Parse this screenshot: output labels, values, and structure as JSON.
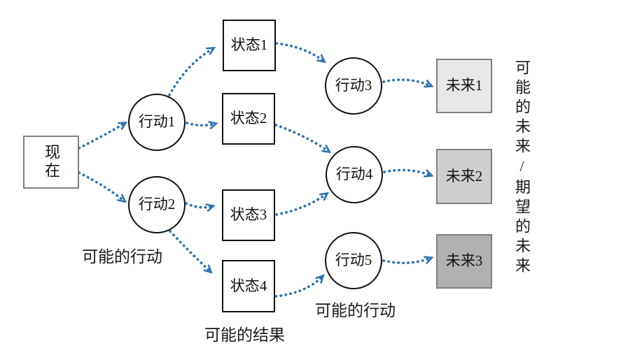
{
  "diagram": {
    "description_type": "decision-tree-flow-diagram",
    "nodes": {
      "now": {
        "label": "现在",
        "shape": "rect"
      },
      "action1": {
        "label": "行动1",
        "shape": "circle"
      },
      "action2": {
        "label": "行动2",
        "shape": "circle"
      },
      "action3": {
        "label": "行动3",
        "shape": "circle"
      },
      "action4": {
        "label": "行动4",
        "shape": "circle"
      },
      "action5": {
        "label": "行动5",
        "shape": "circle"
      },
      "state1": {
        "label": "状态1",
        "shape": "rect"
      },
      "state2": {
        "label": "状态2",
        "shape": "rect"
      },
      "state3": {
        "label": "状态3",
        "shape": "rect"
      },
      "state4": {
        "label": "状态4",
        "shape": "rect"
      },
      "future1": {
        "label": "未来1",
        "shape": "rect",
        "fill": "#e8e8e8"
      },
      "future2": {
        "label": "未来2",
        "shape": "rect",
        "fill": "#cfcfcf"
      },
      "future3": {
        "label": "未来3",
        "shape": "rect",
        "fill": "#b1b1b1"
      }
    },
    "annotations": {
      "possible_actions_left": "可能的行动",
      "possible_outcomes": "可能的结果",
      "possible_actions_right": "可能的行动",
      "possible_futures": "可能的未来/期望的未来"
    },
    "edges": [
      {
        "from": "now",
        "to": "action1"
      },
      {
        "from": "now",
        "to": "action2"
      },
      {
        "from": "action1",
        "to": "state1"
      },
      {
        "from": "action1",
        "to": "state2"
      },
      {
        "from": "action2",
        "to": "state3"
      },
      {
        "from": "action2",
        "to": "state4"
      },
      {
        "from": "state1",
        "to": "action3"
      },
      {
        "from": "state2",
        "to": "action4"
      },
      {
        "from": "state3",
        "to": "action4"
      },
      {
        "from": "state4",
        "to": "action5"
      },
      {
        "from": "action3",
        "to": "future1"
      },
      {
        "from": "action4",
        "to": "future2"
      },
      {
        "from": "action5",
        "to": "future3"
      }
    ],
    "colors": {
      "arrow": "#2E74B5",
      "node_border": "#111111",
      "gray_border": "#7f7f7f",
      "now_border": "#808080",
      "future1_fill": "#e8e8e8",
      "future2_fill": "#cfcfcf",
      "future3_fill": "#b1b1b1",
      "background": "#ffffff"
    }
  }
}
